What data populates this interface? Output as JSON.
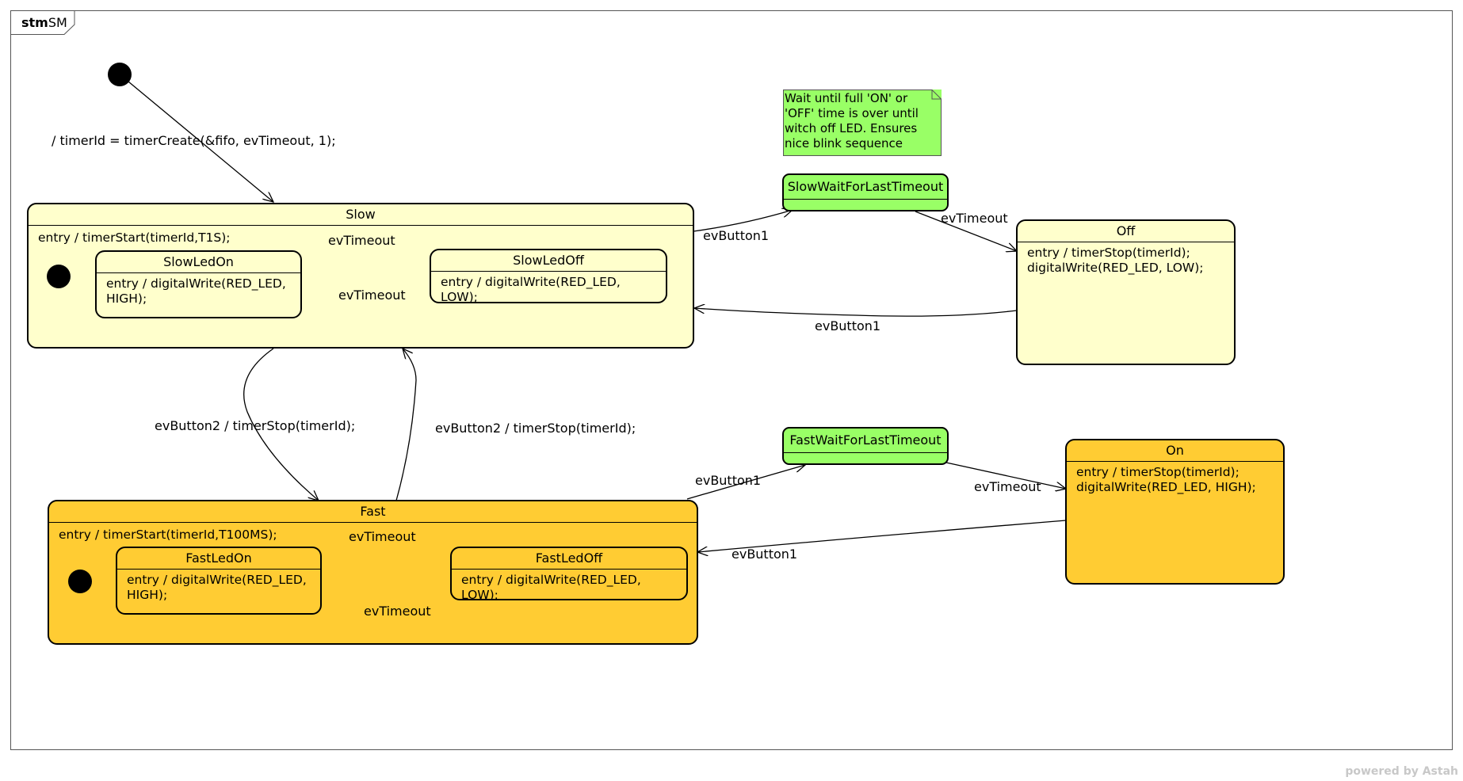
{
  "frame": {
    "kind": "stm",
    "name": "SM"
  },
  "initial_transition": {
    "label": "/  timerId = timerCreate(&fifo, evTimeout, 1);"
  },
  "states": {
    "slow": {
      "name": "Slow",
      "entry": "entry / timerStart(timerId,T1S);",
      "children": {
        "slow_led_on": {
          "name": "SlowLedOn",
          "entry": "entry / digitalWrite(RED_LED,\nHIGH);"
        },
        "slow_led_off": {
          "name": "SlowLedOff",
          "entry": "entry / digitalWrite(RED_LED, LOW);"
        }
      }
    },
    "fast": {
      "name": "Fast",
      "entry": "entry / timerStart(timerId,T100MS);",
      "children": {
        "fast_led_on": {
          "name": "FastLedOn",
          "entry": "entry / digitalWrite(RED_LED,\nHIGH);"
        },
        "fast_led_off": {
          "name": "FastLedOff",
          "entry": "entry / digitalWrite(RED_LED, LOW);"
        }
      }
    },
    "slow_wait": {
      "name": "SlowWaitForLastTimeout"
    },
    "fast_wait": {
      "name": "FastWaitForLastTimeout"
    },
    "off": {
      "name": "Off",
      "entry": "entry / timerStop(timerId);\ndigitalWrite(RED_LED, LOW);"
    },
    "on": {
      "name": "On",
      "entry": "entry / timerStop(timerId);\ndigitalWrite(RED_LED, HIGH);"
    }
  },
  "transitions": {
    "slow_on_to_off": "evTimeout",
    "slow_off_to_on": "evTimeout",
    "fast_on_to_off": "evTimeout",
    "fast_off_to_on": "evTimeout",
    "slow_to_fast": "evButton2  / timerStop(timerId);",
    "fast_to_slow": "evButton2  / timerStop(timerId);",
    "slow_to_wait": "evButton1",
    "slow_wait_to_off": "evTimeout",
    "off_to_slow": "evButton1",
    "fast_to_wait": "evButton1",
    "fast_wait_to_on": "evTimeout",
    "on_to_fast": "evButton1"
  },
  "note": {
    "text": "Wait until full 'ON' or\n'OFF' time is over until\nwitch off LED. Ensures\nnice blink sequence"
  },
  "footer": {
    "powered_by": "powered by Astah"
  },
  "colors": {
    "simple_state": "#ffffcc",
    "fast_state": "#ffcc33",
    "wait_state": "#99ff66",
    "note": "#99ff66"
  }
}
